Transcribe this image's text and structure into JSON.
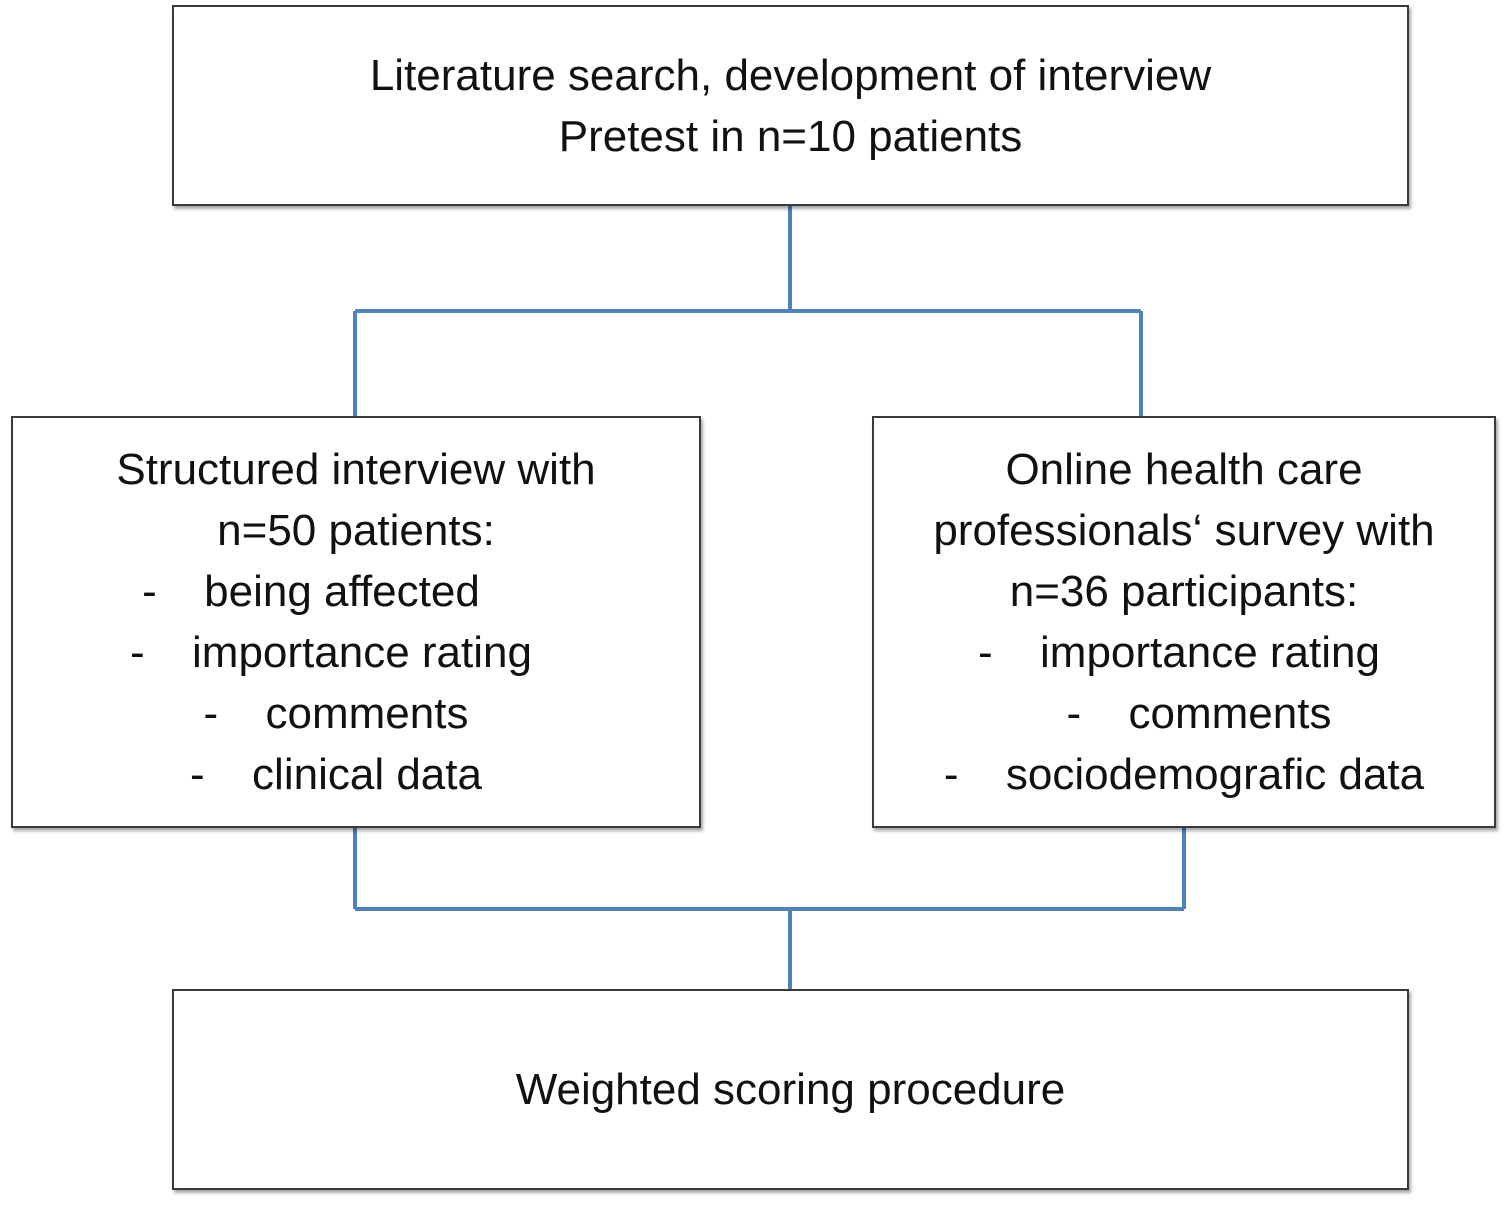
{
  "colors": {
    "connector": "#4f81bd",
    "box_border": "#3a3a3a",
    "text": "#111111"
  },
  "boxes": {
    "top": {
      "lines": [
        "Literature search, development of interview",
        "Pretest in n=10 patients"
      ]
    },
    "left": {
      "lines": [
        "Structured interview with",
        "n=50 patients:"
      ],
      "bullet_marker": "-",
      "bullets": [
        "being affected",
        "importance rating",
        "comments",
        "clinical data"
      ]
    },
    "right": {
      "lines": [
        "Online health care",
        "professionals‘ survey with",
        "n=36 participants:"
      ],
      "bullet_marker": "-",
      "bullets": [
        "importance rating",
        "comments",
        "sociodemografic data"
      ]
    },
    "bottom": {
      "lines": [
        "Weighted scoring procedure"
      ]
    }
  }
}
